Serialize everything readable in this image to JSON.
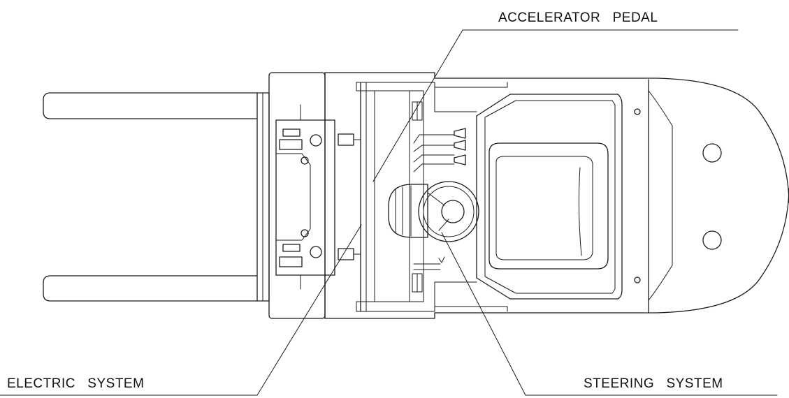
{
  "labels": {
    "accelerator": "ACCELERATOR   PEDAL",
    "electric": "ELECTRIC   SYSTEM",
    "steering": "STEERING   SYSTEM"
  },
  "colors": {
    "line": "#1a1a1a",
    "background": "#ffffff"
  }
}
